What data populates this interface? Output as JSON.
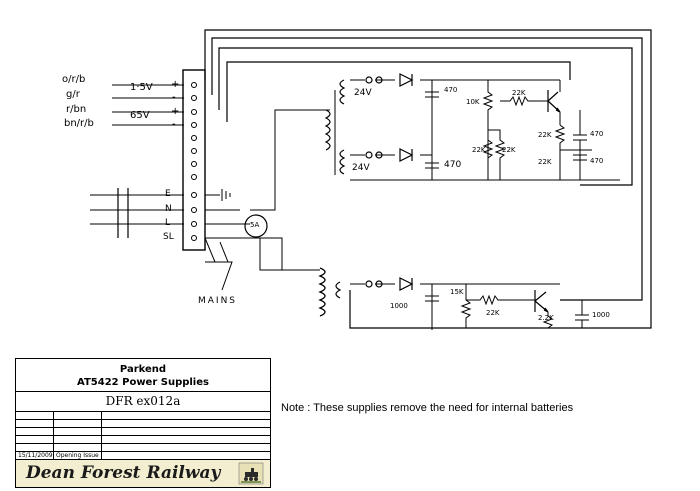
{
  "terminals": {
    "top_wires": [
      "o/r/b",
      "g/r",
      "r/bn",
      "bn/r/b"
    ],
    "supply_labels": [
      "1·5V",
      "65V"
    ],
    "polarity": [
      "+",
      "-",
      "+",
      "-"
    ],
    "mains_terms": [
      "E",
      "N",
      "L",
      "SL"
    ]
  },
  "mains_label": "MAINS",
  "fuse_label": "5A",
  "circuit_top": {
    "tx_labels": [
      "24V",
      "24V"
    ],
    "components": [
      "470",
      "10K",
      "22K",
      "22K",
      "22K",
      "470",
      "22K",
      "470",
      "470",
      "22K"
    ]
  },
  "circuit_bottom": {
    "components": [
      "1000",
      "15K",
      "22K",
      "2.2K",
      "1000"
    ]
  },
  "note": "Note :  These supplies remove the need for internal batteries",
  "title_block": {
    "place": "Parkend",
    "title": "AT5422 Power Supplies",
    "drawing_no": "DFR ex012a",
    "revision": {
      "date": "15/11/2009",
      "text": "Opening Issue"
    },
    "company": "Dean Forest Railway"
  },
  "colors": {
    "ink": "#000000",
    "footer_bg": "#f3eed0"
  }
}
